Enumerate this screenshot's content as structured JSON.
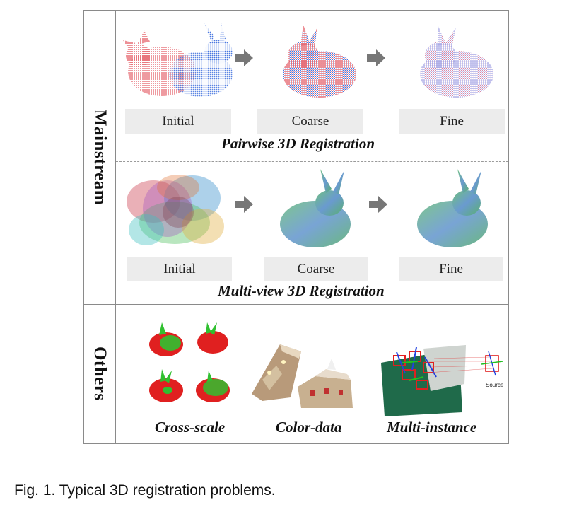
{
  "section_labels": {
    "mainstream": "Mainstream",
    "others": "Others"
  },
  "pairwise": {
    "stages": [
      "Initial",
      "Coarse",
      "Fine"
    ],
    "caption": "Pairwise 3D Registration"
  },
  "multiview": {
    "stages": [
      "Initial",
      "Coarse",
      "Fine"
    ],
    "caption": "Multi-view 3D Registration"
  },
  "others": {
    "captions": [
      "Cross-scale",
      "Color-data",
      "Multi-instance"
    ],
    "source_label": "Source"
  },
  "figure_caption": "Fig. 1. Typical 3D registration problems.",
  "colors": {
    "red_cloud": "#e0404a",
    "blue_cloud": "#4a78e0",
    "green_cloud": "#2fbf3a",
    "arrow": "#777777",
    "label_bg": "#ececec"
  }
}
